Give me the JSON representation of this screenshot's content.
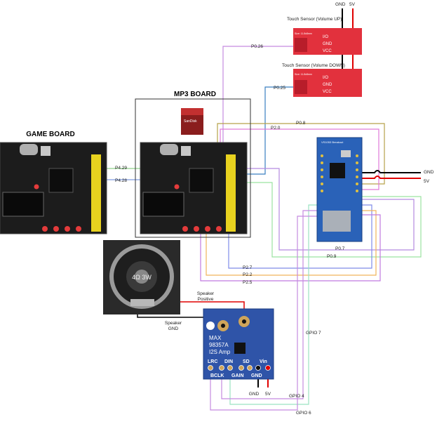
{
  "boards": {
    "game_board_title": "GAME BOARD",
    "mp3_board_title": "MP3 BOARD",
    "sd_card_label": "SanDisk"
  },
  "touch_sensors": {
    "volume_up_label": "Touch Sensor (Volume UP)",
    "volume_down_label": "Touch Sensor (Volume DOWN)",
    "sensor_tiny_text": "Size: 11.8x8mm",
    "pin_labels": [
      "I/O",
      "GND",
      "VCC"
    ]
  },
  "power": {
    "gnd": "GND",
    "v5": "5V"
  },
  "speaker": {
    "ohm_label": "4Ω 3W",
    "positive_label_line1": "Speaker",
    "positive_label_line2": "Positive",
    "gnd_label_line1": "Speaker",
    "gnd_label_line2": "GND"
  },
  "amp": {
    "line1": "MAX",
    "line2": "98357A",
    "line3": "I2S Amp",
    "pins_top": [
      "LRC",
      "DIN",
      "SD",
      "Vin"
    ],
    "pins_bottom": [
      "BCLK",
      "GAIN",
      "GND"
    ],
    "gnd": "GND",
    "v5": "5V"
  },
  "mp3_module": {
    "header_text": "VS1053 Breakout",
    "gnd": "GND",
    "v5": "5V"
  },
  "wire_labels": {
    "p0_26": "P0.26",
    "p0_25": "P0.25",
    "p0_8": "P0.8",
    "p2_0": "P2.0",
    "p4_29": "P4.29",
    "p4_28": "P4.28",
    "p0_7": "P0.7",
    "p0_9": "P0.9",
    "p2_7": "P2.7",
    "p2_2": "P2.2",
    "p2_5": "P2.5",
    "gpio_7": "GPIO 7",
    "gpio_4": "GPIO 4",
    "gpio_6": "GPIO 6"
  },
  "colors": {
    "board_bg": "#1c1c1c",
    "header_yellow": "#e8d21f",
    "touch_red": "#e2313d",
    "module_blue": "#2a62b8",
    "amp_blue": "#2f54a8",
    "wire_purple": "#c58be0",
    "wire_blue": "#7f8be8",
    "wire_orange": "#f0b45a",
    "wire_green": "#9be38f",
    "wire_magenta": "#e07ad8",
    "wire_mint": "#8fe0c2",
    "wire_red": "#e00000",
    "wire_black": "#000000",
    "wire_steel": "#3a7fc0"
  }
}
